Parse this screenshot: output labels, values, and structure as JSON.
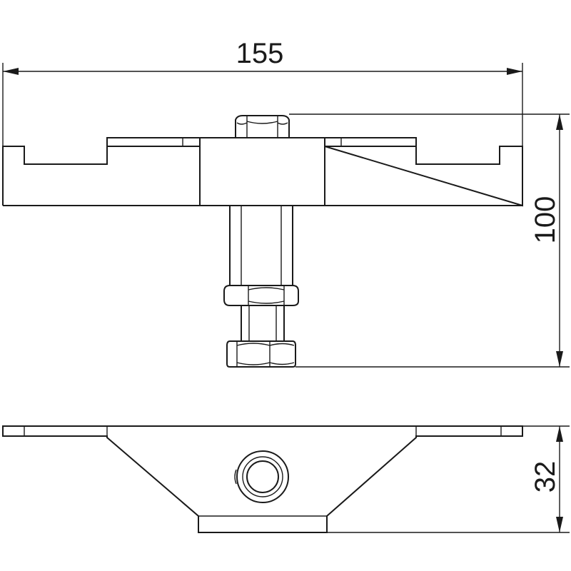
{
  "drawing": {
    "dimensions": {
      "width": "155",
      "height": "100",
      "depth": "32"
    }
  }
}
